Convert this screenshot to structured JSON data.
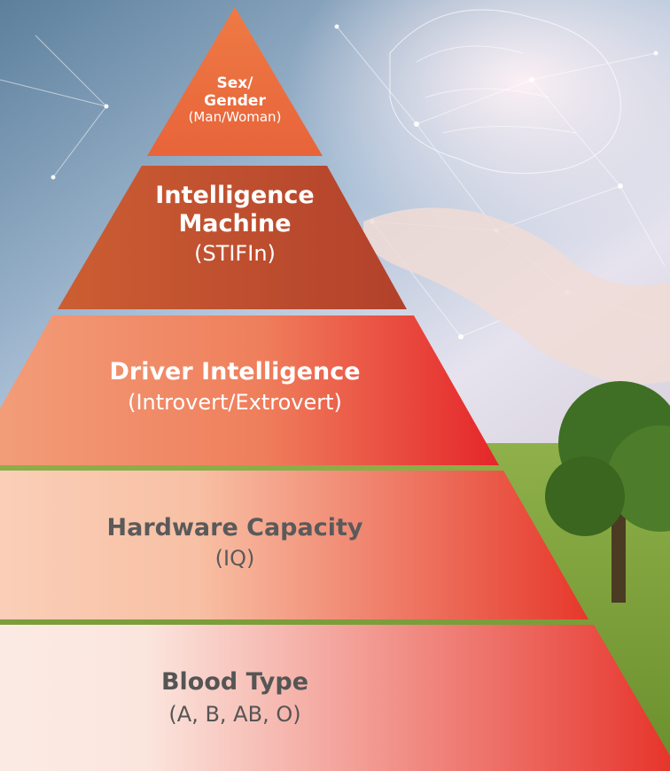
{
  "pyramid": {
    "levels": [
      {
        "title": "Sex/",
        "title2": "Gender",
        "subtitle": "(Man/Woman)"
      },
      {
        "title": "Intelligence",
        "title2": "Machine",
        "subtitle": "(STIFIn)"
      },
      {
        "title": "Driver Intelligence",
        "subtitle": "(Introvert/Extrovert)"
      },
      {
        "title": "Hardware Capacity",
        "subtitle": "(IQ)"
      },
      {
        "title": "Blood Type",
        "subtitle": "(A, B, AB, O)"
      }
    ]
  },
  "colors": {
    "apex": "#ec6c3c",
    "machine_start": "#c8582f",
    "machine_end": "#b6432b",
    "driver_start": "#f29c78",
    "driver_end": "#e8282a",
    "hardware_start": "#fad2bb",
    "hardware_end": "#e83a2a",
    "blood_start": "#fbf0ec",
    "blood_end": "#e8342a",
    "sky_top": "#c9d7e6",
    "grass": "#7fa33a"
  },
  "background": {
    "description_icons": [
      "brain-network-icon",
      "hand-icon",
      "tree-icon",
      "grass-field-icon"
    ]
  }
}
